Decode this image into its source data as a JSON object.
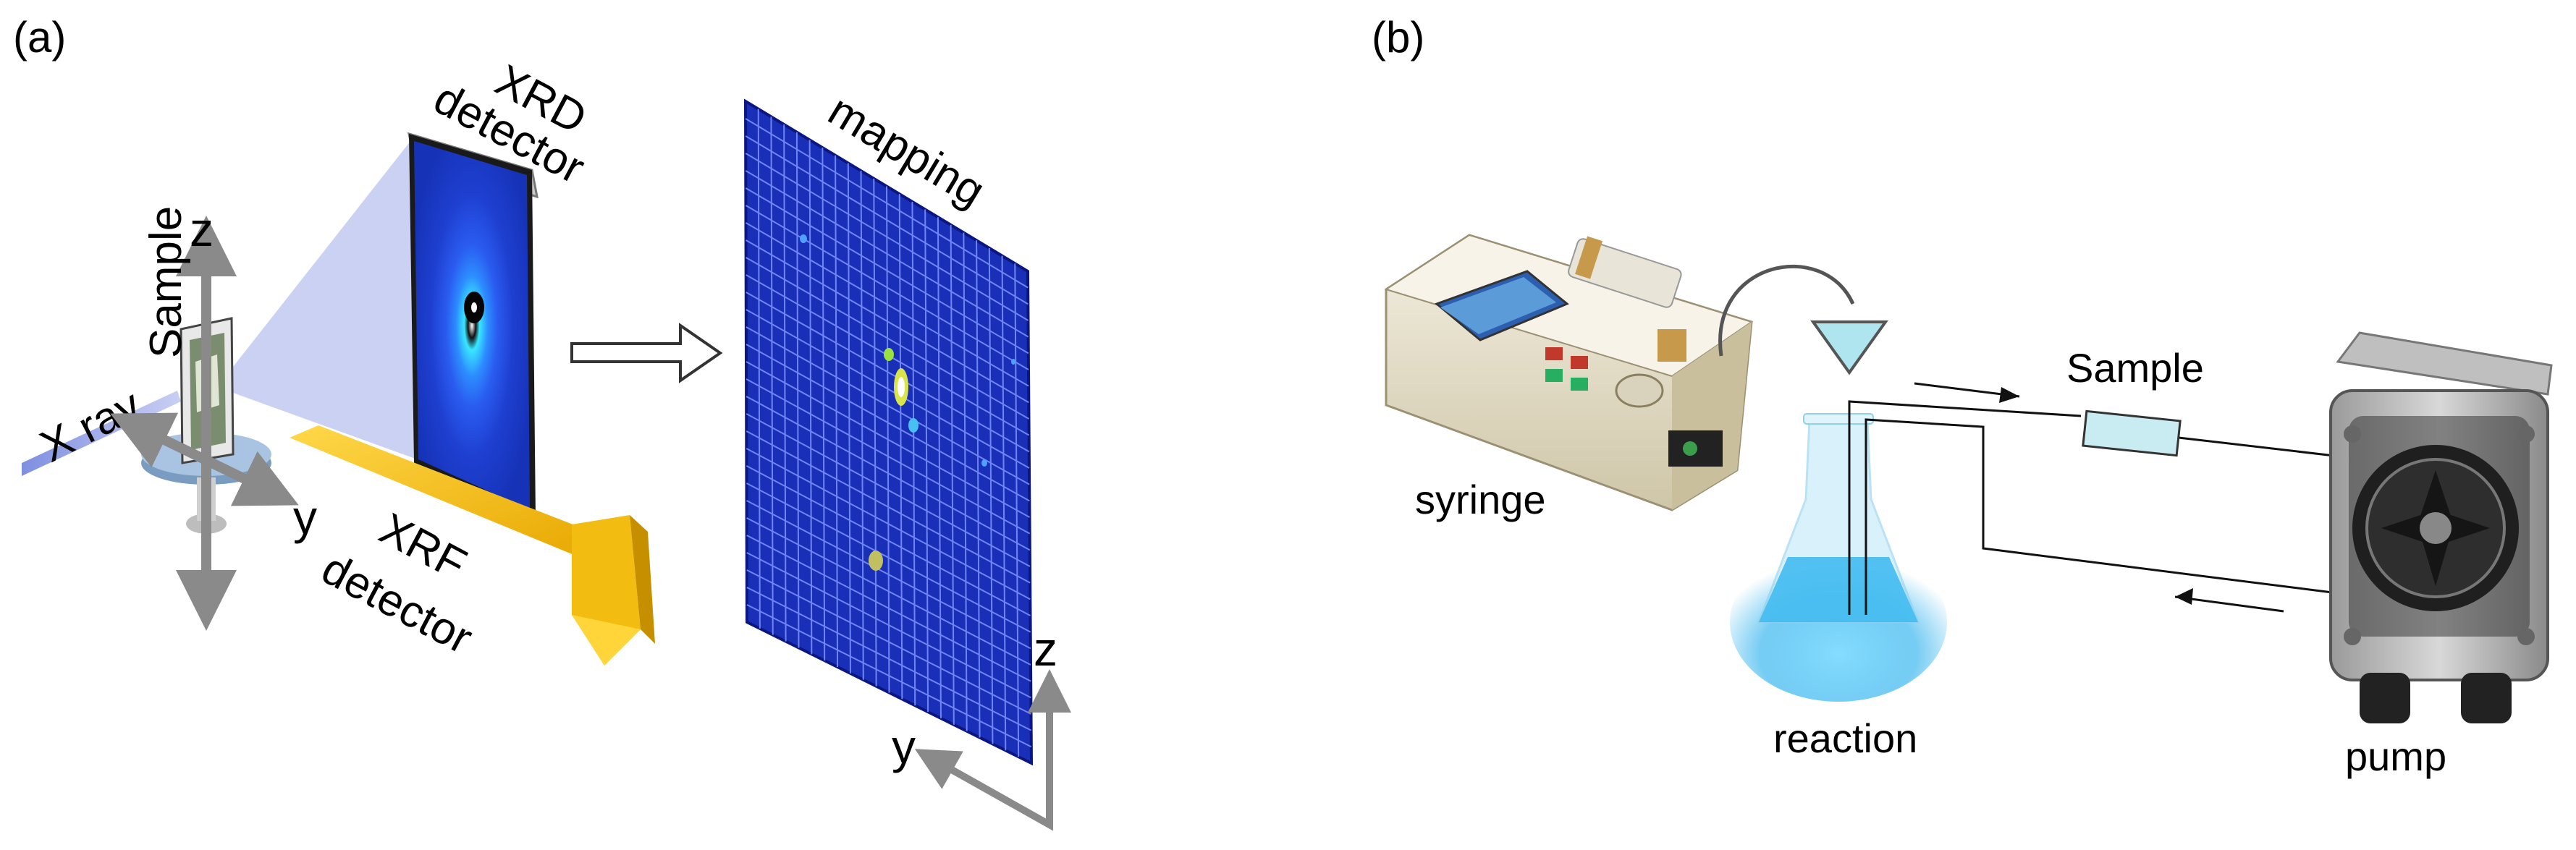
{
  "panel_a": {
    "label": "(a)",
    "xray": "X ray",
    "sample": "Sample",
    "axis_z": "z",
    "axis_y": "y",
    "xrd_line1": "XRD",
    "xrd_line2": "detector",
    "xrf_line1": "XRF",
    "xrf_line2": "detector",
    "mapping": "mapping",
    "map_axis_z": "z",
    "map_axis_y": "y"
  },
  "panel_b": {
    "label": "(b)",
    "syringe": "syringe",
    "reaction": "reaction",
    "sample": "Sample",
    "pump": "pump"
  },
  "colors": {
    "detector_blue": "#1f3fd6",
    "map_blue": "#1a2fb8",
    "beam": "#9aa6e6",
    "xrf_yellow": "#f4c51c",
    "axis_gray": "#8a8a8a",
    "sample_cell": "#c8ecf2",
    "liquid": "#4fc8f0"
  }
}
